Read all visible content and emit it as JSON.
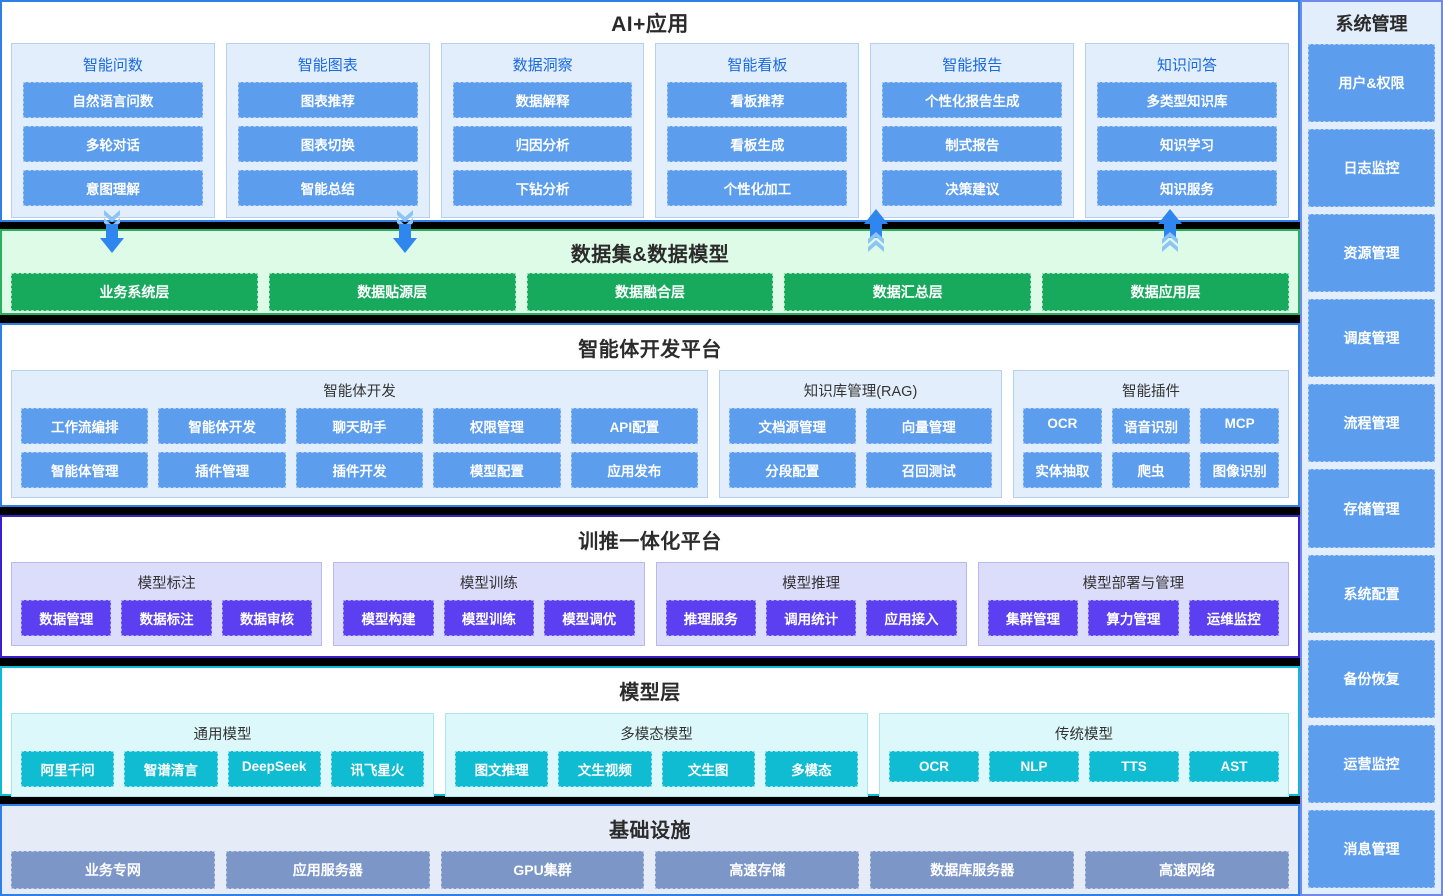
{
  "app_layer": {
    "title": "AI+应用",
    "cards": [
      {
        "title": "智能问数",
        "items": [
          "自然语言问数",
          "多轮对话",
          "意图理解"
        ],
        "arrow": "down"
      },
      {
        "title": "智能图表",
        "items": [
          "图表推荐",
          "图表切换",
          "智能总结"
        ],
        "arrow": "down"
      },
      {
        "title": "数据洞察",
        "items": [
          "数据解释",
          "归因分析",
          "下钻分析"
        ],
        "arrow": "none"
      },
      {
        "title": "智能看板",
        "items": [
          "看板推荐",
          "看板生成",
          "个性化加工"
        ],
        "arrow": "none"
      },
      {
        "title": "智能报告",
        "items": [
          "个性化报告生成",
          "制式报告",
          "决策建议"
        ],
        "arrow": "up"
      },
      {
        "title": "知识问答",
        "items": [
          "多类型知识库",
          "知识学习",
          "知识服务"
        ],
        "arrow": "up"
      }
    ]
  },
  "data_layer": {
    "title": "数据集&数据模型",
    "items": [
      "业务系统层",
      "数据贴源层",
      "数据融合层",
      "数据汇总层",
      "数据应用层"
    ]
  },
  "agent_layer": {
    "title": "智能体开发平台",
    "panels": [
      {
        "title": "智能体开发",
        "rows": [
          [
            "工作流编排",
            "智能体开发",
            "聊天助手",
            "权限管理",
            "API配置"
          ],
          [
            "智能体管理",
            "插件管理",
            "插件开发",
            "模型配置",
            "应用发布"
          ]
        ]
      },
      {
        "title": "知识库管理(RAG)",
        "rows": [
          [
            "文档源管理",
            "向量管理"
          ],
          [
            "分段配置",
            "召回测试"
          ]
        ]
      },
      {
        "title": "智能插件",
        "rows": [
          [
            "OCR",
            "语音识别",
            "MCP"
          ],
          [
            "实体抽取",
            "爬虫",
            "图像识别"
          ]
        ]
      }
    ]
  },
  "train_layer": {
    "title": "训推一体化平台",
    "panels": [
      {
        "title": "模型标注",
        "items": [
          "数据管理",
          "数据标注",
          "数据审核"
        ]
      },
      {
        "title": "模型训练",
        "items": [
          "模型构建",
          "模型训练",
          "模型调优"
        ]
      },
      {
        "title": "模型推理",
        "items": [
          "推理服务",
          "调用统计",
          "应用接入"
        ]
      },
      {
        "title": "模型部署与管理",
        "items": [
          "集群管理",
          "算力管理",
          "运维监控"
        ]
      }
    ]
  },
  "model_layer": {
    "title": "模型层",
    "panels": [
      {
        "title": "通用模型",
        "items": [
          "阿里千问",
          "智谱清言",
          "DeepSeek",
          "讯飞星火"
        ]
      },
      {
        "title": "多模态模型",
        "items": [
          "图文推理",
          "文生视频",
          "文生图",
          "多模态"
        ]
      },
      {
        "title": "传统模型",
        "items": [
          "OCR",
          "NLP",
          "TTS",
          "AST"
        ]
      }
    ]
  },
  "infra_layer": {
    "title": "基础设施",
    "items": [
      "业务专网",
      "应用服务器",
      "GPU集群",
      "高速存储",
      "数据库服务器",
      "高速网络"
    ]
  },
  "sidebar": {
    "title": "系统管理",
    "items": [
      "用户&权限",
      "日志监控",
      "资源管理",
      "调度管理",
      "流程管理",
      "存储管理",
      "系统配置",
      "备份恢复",
      "运营监控",
      "消息管理"
    ]
  },
  "colors": {
    "app_blue": "#5c9ded",
    "data_green": "#17aa5d",
    "train_purple": "#5b3ff0",
    "model_cyan": "#10bcd1",
    "infra_slate": "#7d96c8",
    "divider_black": "#000000"
  }
}
